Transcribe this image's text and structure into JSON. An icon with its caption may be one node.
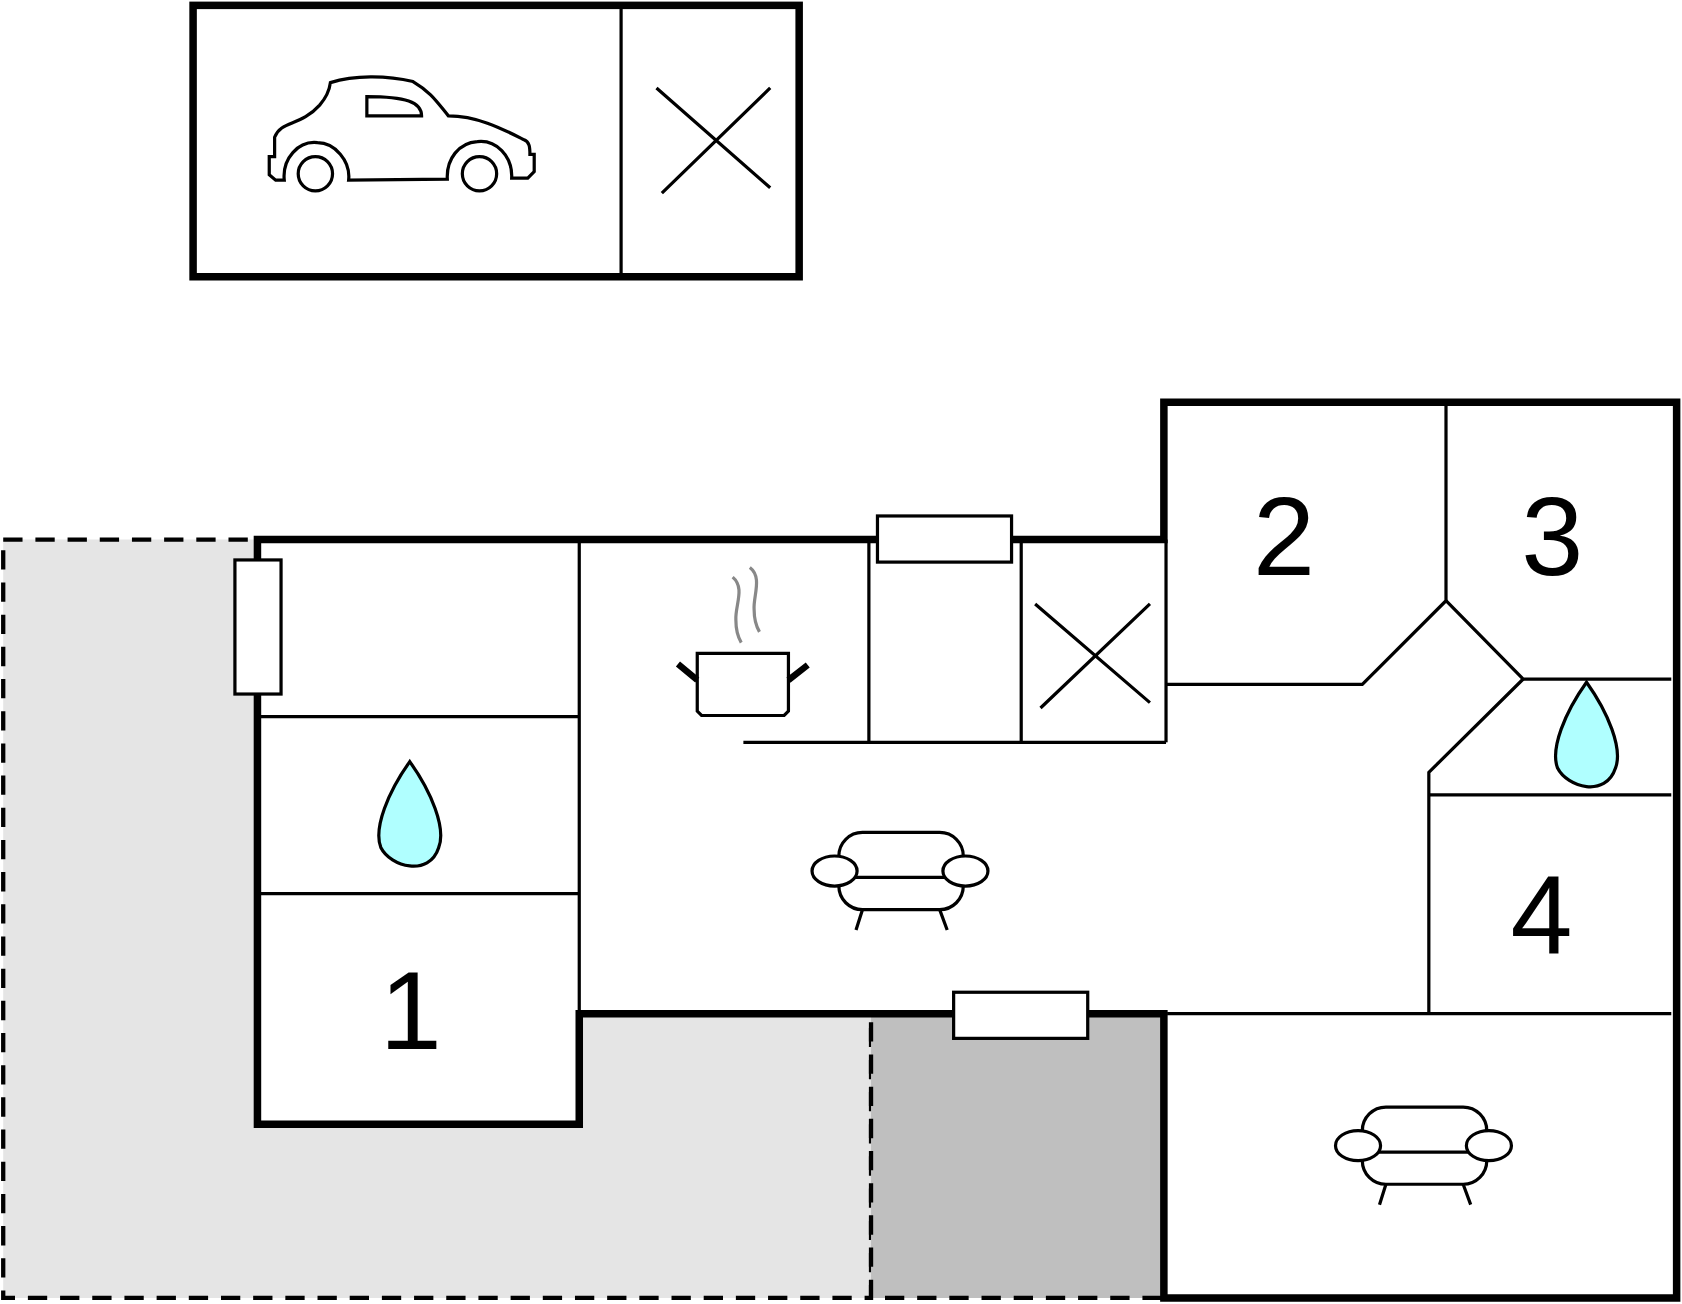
{
  "diagram": {
    "labels": [
      "2",
      "3",
      "4",
      "1"
    ]
  }
}
